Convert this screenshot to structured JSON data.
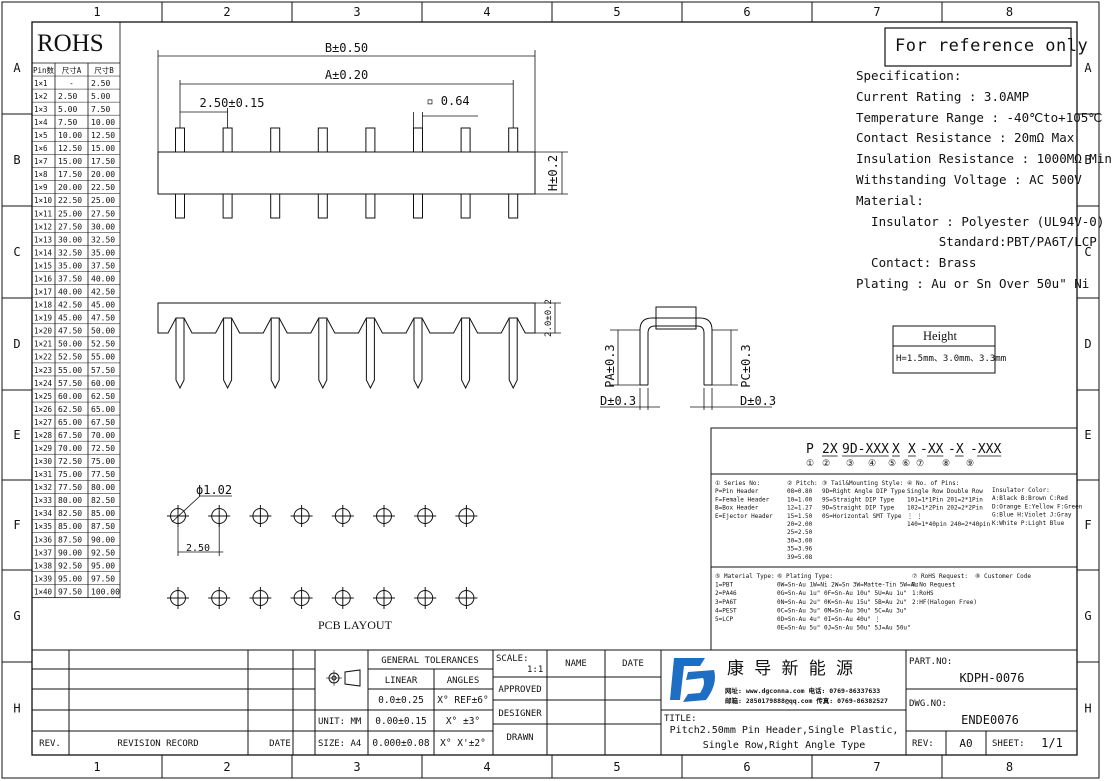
{
  "frame": {
    "col_labels": [
      "1",
      "2",
      "3",
      "4",
      "5",
      "6",
      "7",
      "8"
    ],
    "row_labels": [
      "A",
      "B",
      "C",
      "D",
      "E",
      "F",
      "G",
      "H"
    ]
  },
  "rohs": {
    "title": "ROHS",
    "headers": [
      "Pin数",
      "尺寸A",
      "尺寸B"
    ],
    "rows": [
      [
        "1×1",
        "-",
        "2.50"
      ],
      [
        "1×2",
        "2.50",
        "5.00"
      ],
      [
        "1×3",
        "5.00",
        "7.50"
      ],
      [
        "1×4",
        "7.50",
        "10.00"
      ],
      [
        "1×5",
        "10.00",
        "12.50"
      ],
      [
        "1×6",
        "12.50",
        "15.00"
      ],
      [
        "1×7",
        "15.00",
        "17.50"
      ],
      [
        "1×8",
        "17.50",
        "20.00"
      ],
      [
        "1×9",
        "20.00",
        "22.50"
      ],
      [
        "1×10",
        "22.50",
        "25.00"
      ],
      [
        "1×11",
        "25.00",
        "27.50"
      ],
      [
        "1×12",
        "27.50",
        "30.00"
      ],
      [
        "1×13",
        "30.00",
        "32.50"
      ],
      [
        "1×14",
        "32.50",
        "35.00"
      ],
      [
        "1×15",
        "35.00",
        "37.50"
      ],
      [
        "1×16",
        "37.50",
        "40.00"
      ],
      [
        "1×17",
        "40.00",
        "42.50"
      ],
      [
        "1×18",
        "42.50",
        "45.00"
      ],
      [
        "1×19",
        "45.00",
        "47.50"
      ],
      [
        "1×20",
        "47.50",
        "50.00"
      ],
      [
        "1×21",
        "50.00",
        "52.50"
      ],
      [
        "1×22",
        "52.50",
        "55.00"
      ],
      [
        "1×23",
        "55.00",
        "57.50"
      ],
      [
        "1×24",
        "57.50",
        "60.00"
      ],
      [
        "1×25",
        "60.00",
        "62.50"
      ],
      [
        "1×26",
        "62.50",
        "65.00"
      ],
      [
        "1×27",
        "65.00",
        "67.50"
      ],
      [
        "1×28",
        "67.50",
        "70.00"
      ],
      [
        "1×29",
        "70.00",
        "72.50"
      ],
      [
        "1×30",
        "72.50",
        "75.00"
      ],
      [
        "1×31",
        "75.00",
        "77.50"
      ],
      [
        "1×32",
        "77.50",
        "80.00"
      ],
      [
        "1×33",
        "80.00",
        "82.50"
      ],
      [
        "1×34",
        "82.50",
        "85.00"
      ],
      [
        "1×35",
        "85.00",
        "87.50"
      ],
      [
        "1×36",
        "87.50",
        "90.00"
      ],
      [
        "1×37",
        "90.00",
        "92.50"
      ],
      [
        "1×38",
        "92.50",
        "95.00"
      ],
      [
        "1×39",
        "95.00",
        "97.50"
      ],
      [
        "1×40",
        "97.50",
        "100.00"
      ]
    ]
  },
  "dims": {
    "b": "B±0.50",
    "a": "A±0.20",
    "pitch": "2.50±0.15",
    "pin": "▫ 0.64",
    "h": "H±0.2",
    "tail": "2.0±0.2",
    "pa": "PA±0.3",
    "pc": "PC±0.3",
    "d_left": "D±0.3",
    "d_right": "D±0.3",
    "hole": "ϕ1.02",
    "pcb_pitch": "2.50"
  },
  "pcb_label": "PCB LAYOUT",
  "reference": "For reference only",
  "spec": {
    "lines": [
      "Specification:",
      "Current Rating : 3.0AMP",
      "Temperature Range : -40℃to+105℃",
      "Contact Resistance : 20mΩ Max",
      "Insulation Resistance : 1000MΩ Min",
      "Withstanding Voltage : AC 500V",
      "Material:",
      "  Insulator : Polyester (UL94V-0)",
      "           Standard:PBT/PA6T/LCP",
      "  Contact: Brass",
      "Plating : Au or Sn Over 50u\" Ni"
    ]
  },
  "height": {
    "title": "Height",
    "values": "H=1.5mm、3.0mm、3.3mm"
  },
  "part_code": {
    "segments": [
      "P",
      "2X",
      "9D-XXX",
      "X",
      "X",
      "-XX",
      "-X",
      "-XXX"
    ],
    "circles": [
      "①",
      "②",
      "③",
      "④",
      "⑤",
      "⑥",
      "⑦",
      "⑧",
      "⑨"
    ]
  },
  "legend": {
    "series": [
      "① Series No:",
      "P=Pin Header",
      "F=Female Header",
      "B=Box Header",
      "E=Ejector Header"
    ],
    "pitch": [
      "② Pitch:",
      "08=0.80",
      "10=1.00",
      "12=1.27",
      "15=1.50",
      "20=2.00",
      "25=2.50",
      "30=3.00",
      "35=3.96",
      "39=5.08"
    ],
    "tail": [
      "③ Tail&Mounting Style:",
      "9D=Right Angle DIP Type",
      "9S=Straight DIP Type",
      "9D=Straight DIP Type",
      "0S=Horizontal SMT Type"
    ],
    "pins": [
      "④ No. of Pins:",
      "Single Row  Double Row",
      "101=1*1Pin   201=2*1Pin",
      "102=1*2Pin   202=2*2Pin",
      "  ⋮              ⋮",
      "140=1*40pin  240=2*40pin"
    ],
    "color": [
      "Insulator Color:",
      "A:Black  B:Brown  C:Red",
      "D:Orange E:Yellow F:Green",
      "G:Blue   H:Violet J:Gray",
      "K:White  P:Light Blue"
    ],
    "material": [
      "⑤ Material Type:",
      "1=PBT",
      "2=PA46",
      "3=PA6T",
      "4=PEST",
      "5=LCP"
    ],
    "plating": [
      "⑥ Plating Type:",
      "0W=Sn-Au 1W=Ni 2W=Sn 3W=Matte-Tin 5W=Au",
      "0G=Sn-Au 1u\" 0F=Sn-Au 10u\" 5U=Au 1u\"",
      "0N=Sn-Au 2u\" 0K=Sn-Au 15u\" 5B=Au 2u\"",
      "0C=Sn-Au 3u\" 0M=Sn-Au 30u\" 5C=Au 3u\"",
      "0D=Sn-Au 4u\" 0I=Sn-Au 40u\"      ⋮",
      "0E=Sn-Au 5u\" 0J=Sn-Au 50u\" 5J=Au 50u\""
    ],
    "rohs_req": [
      "⑦ RoHS Request:",
      "0:No Request",
      "1:RoHS",
      "2:HF(Halogen Free)"
    ],
    "customer": [
      "⑧ Customer Code"
    ]
  },
  "title_block": {
    "rev": "REV.",
    "revision_record": "REVISION RECORD",
    "date": "DATE",
    "unit": "UNIT: MM",
    "size": "SIZE: A4",
    "general_tol": "GENERAL TOLERANCES",
    "linear": "LINEAR",
    "angles": "ANGLES",
    "tol_rows": [
      [
        "0.0±0.25",
        "X° REF±6°"
      ],
      [
        "0.00±0.15",
        "X° ±3°"
      ],
      [
        "0.000±0.08",
        "X° X'±2°"
      ]
    ],
    "scale_label": "SCALE:",
    "scale_value": "1:1",
    "name": "NAME",
    "date2": "DATE",
    "approved": "APPROVED",
    "designer": "DESIGNER",
    "drawn": "DRAWN",
    "company": "康 导 新 能 源",
    "web": "网址: www.dgconna.com   电话: 0769-86337633",
    "mail": "邮箱: 2850179888@qq.com  传真: 0769-86382527",
    "title_label": "TITLE:",
    "title_line1": "Pitch2.50mm Pin Header,Single Plastic,",
    "title_line2": "Single Row,Right Angle Type",
    "part_no_label": "PART.NO:",
    "part_no": "KDPH-0076",
    "dwg_no_label": "DWG.NO:",
    "dwg_no": "ENDE0076",
    "rev_label": "REV:",
    "rev_value": "A0",
    "sheet_label": "SHEET:",
    "sheet_value": "1/1"
  },
  "colors": {
    "line": "#111111",
    "logo_blue": "#1e6fc4"
  }
}
